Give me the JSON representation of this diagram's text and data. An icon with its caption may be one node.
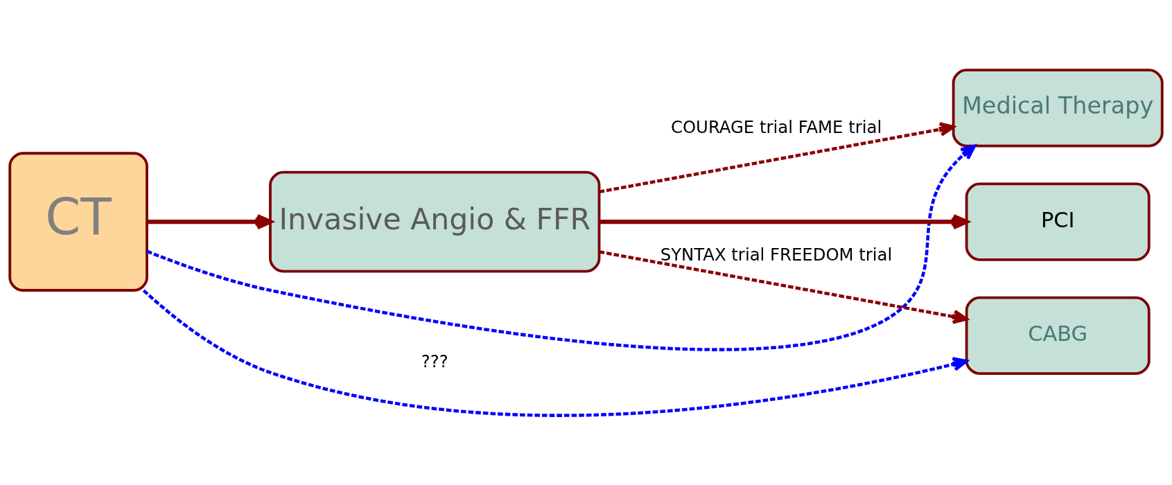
{
  "diagram": {
    "nodes": [
      {
        "text": [
          "CT"
        ]
      },
      {
        "text": [
          "Invasive Angio & FFR"
        ]
      },
      {
        "text": [
          "Medical Therapy"
        ]
      },
      {
        "text": [
          "PCI"
        ]
      },
      {
        "text": [
          "CABG"
        ]
      }
    ],
    "edges": [
      {
        "from": 0,
        "to": 2,
        "arrow": "to",
        "style": "dashed",
        "color": "#0000ff"
      },
      {
        "from": 0,
        "to": 1,
        "arrow": "to"
      },
      {
        "from": 1,
        "to": 2,
        "arrow": "to",
        "style": "dashed",
        "label": "COURAGE trial FAME trial"
      },
      {
        "from": 1,
        "to": 3,
        "arrow": "to"
      },
      {
        "from": 1,
        "to": 4,
        "arrow": "to",
        "style": "dashed",
        "label": "SYNTAX trial FREEDOM trial"
      },
      {
        "from": 0,
        "to": 4,
        "arrow": "to",
        "style": "dashed",
        "color": "#0000ff",
        "label": "???"
      }
    ]
  }
}
